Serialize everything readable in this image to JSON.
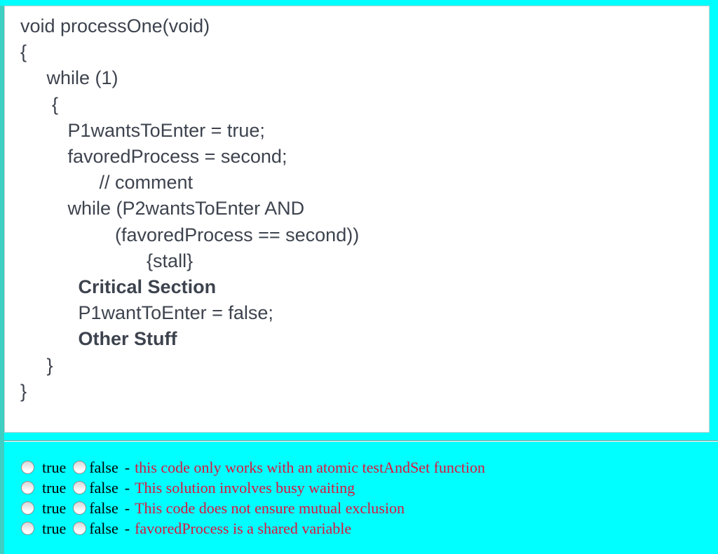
{
  "page": {
    "background_color": "#00ffff",
    "left_strip_color": "#3ecfc2",
    "code_text_color": "#3d434e",
    "statement_color": "#dc143c"
  },
  "code": {
    "lines": [
      {
        "text": "void processOne(void)"
      },
      {
        "text": "{"
      },
      {
        "text": "     while (1)"
      },
      {
        "text": "      {"
      },
      {
        "text": "         P1wantsToEnter = true;"
      },
      {
        "text": "         favoredProcess = second;"
      },
      {
        "text": "               // comment"
      },
      {
        "text": "         while (P2wantsToEnter AND"
      },
      {
        "text": "                  (favoredProcess == second))"
      },
      {
        "text": "                        {stall}"
      },
      {
        "text": "           Critical Section"
      },
      {
        "text": "           P1wantToEnter = false;"
      },
      {
        "text": "           Other Stuff"
      },
      {
        "text": "     }"
      },
      {
        "text": "}"
      }
    ]
  },
  "questions": {
    "true_label": "true",
    "false_label": "false",
    "separator": "-",
    "items": [
      {
        "statement": "this code only works with an atomic testAndSet function"
      },
      {
        "statement": "This solution involves busy waiting"
      },
      {
        "statement": "This code does not ensure mutual exclusion"
      },
      {
        "statement": "favoredProcess is a shared variable"
      }
    ]
  }
}
